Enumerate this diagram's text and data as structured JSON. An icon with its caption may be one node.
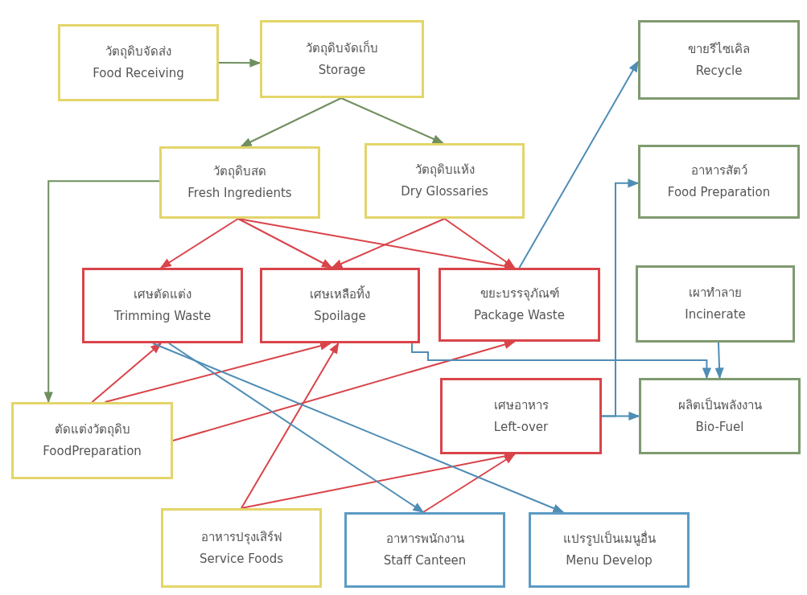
{
  "diagram": {
    "nodes": [
      {
        "text": [
          "วัตถุดิบจัดส่ง",
          "Food Receiving"
        ]
      },
      {
        "text": [
          "วัตถุดิบจัดเก็บ",
          "Storage"
        ]
      },
      {
        "text": [
          "ขายรีไซเคิล",
          "Recycle"
        ]
      },
      {
        "text": [
          "วัตถุดิบสด",
          "Fresh Ingredients"
        ]
      },
      {
        "text": [
          "วัตถุดิบแห้ง",
          "Dry Glossaries"
        ]
      },
      {
        "text": [
          "อาหารสัตว์",
          "Food Preparation"
        ]
      },
      {
        "text": [
          "เศษตัดแต่ง",
          "Trimming Waste"
        ]
      },
      {
        "text": [
          "เศษเหลือทิ้ง",
          "Spoilage"
        ]
      },
      {
        "text": [
          "ขยะบรรจุภัณฑ์",
          "Package Waste"
        ]
      },
      {
        "text": [
          "เผาทำลาย",
          "Incinerate"
        ]
      },
      {
        "text": [
          "เศษอาหาร",
          "Left-over"
        ]
      },
      {
        "text": [
          "ผลิตเป็นพลังงาน",
          "Bio-Fuel"
        ]
      },
      {
        "text": [
          "ตัดแต่งวัตถุดิบ",
          "FoodPreparation"
        ]
      },
      {
        "text": [
          "อาหารปรุงเสิร์ฟ",
          "Service Foods"
        ]
      },
      {
        "text": [
          "อาหารพนักงาน",
          "Staff Canteen"
        ]
      },
      {
        "text": [
          "แปรรูปเป็นเมนูอื่น",
          "Menu Develop"
        ]
      }
    ],
    "edges": [
      {
        "from": 0,
        "to": 1,
        "arrow": "to",
        "color": "#6f8f5e"
      },
      {
        "from": 1,
        "to": 3,
        "arrow": "to",
        "color": "#6f8f5e"
      },
      {
        "from": 1,
        "to": 4,
        "arrow": "to",
        "color": "#6f8f5e"
      },
      {
        "from": 3,
        "to": 12,
        "arrow": "to",
        "color": "#6f8f5e"
      },
      {
        "from": 3,
        "to": 6,
        "arrow": "to"
      },
      {
        "from": 3,
        "to": 7,
        "arrow": "to"
      },
      {
        "from": 3,
        "to": 8,
        "arrow": "to"
      },
      {
        "from": 4,
        "to": 7,
        "arrow": "to"
      },
      {
        "from": 4,
        "to": 8,
        "arrow": "to"
      },
      {
        "from": 12,
        "to": 6,
        "arrow": "to"
      },
      {
        "from": 12,
        "to": 7,
        "arrow": "to"
      },
      {
        "from": 12,
        "to": 8,
        "arrow": "to"
      },
      {
        "from": 13,
        "to": 7,
        "arrow": "to"
      },
      {
        "from": 13,
        "to": 10,
        "arrow": "to"
      },
      {
        "from": 14,
        "to": 10,
        "arrow": "to"
      },
      {
        "from": 8,
        "to": 2,
        "arrow": "to",
        "color": "#4f8db5"
      },
      {
        "from": 6,
        "to": 14,
        "arrow": "to",
        "color": "#4f8db5"
      },
      {
        "from": 6,
        "to": 15,
        "arrow": "to",
        "color": "#4f8db5"
      },
      {
        "from": 7,
        "to": 11,
        "arrow": "to",
        "color": "#4f8db5"
      },
      {
        "from": 9,
        "to": 11,
        "arrow": "to",
        "color": "#4f8db5"
      },
      {
        "from": 10,
        "to": 11,
        "arrow": "to",
        "color": "#4f8db5"
      },
      {
        "from": 10,
        "to": 5,
        "arrow": "to",
        "color": "#4f8db5"
      }
    ]
  }
}
